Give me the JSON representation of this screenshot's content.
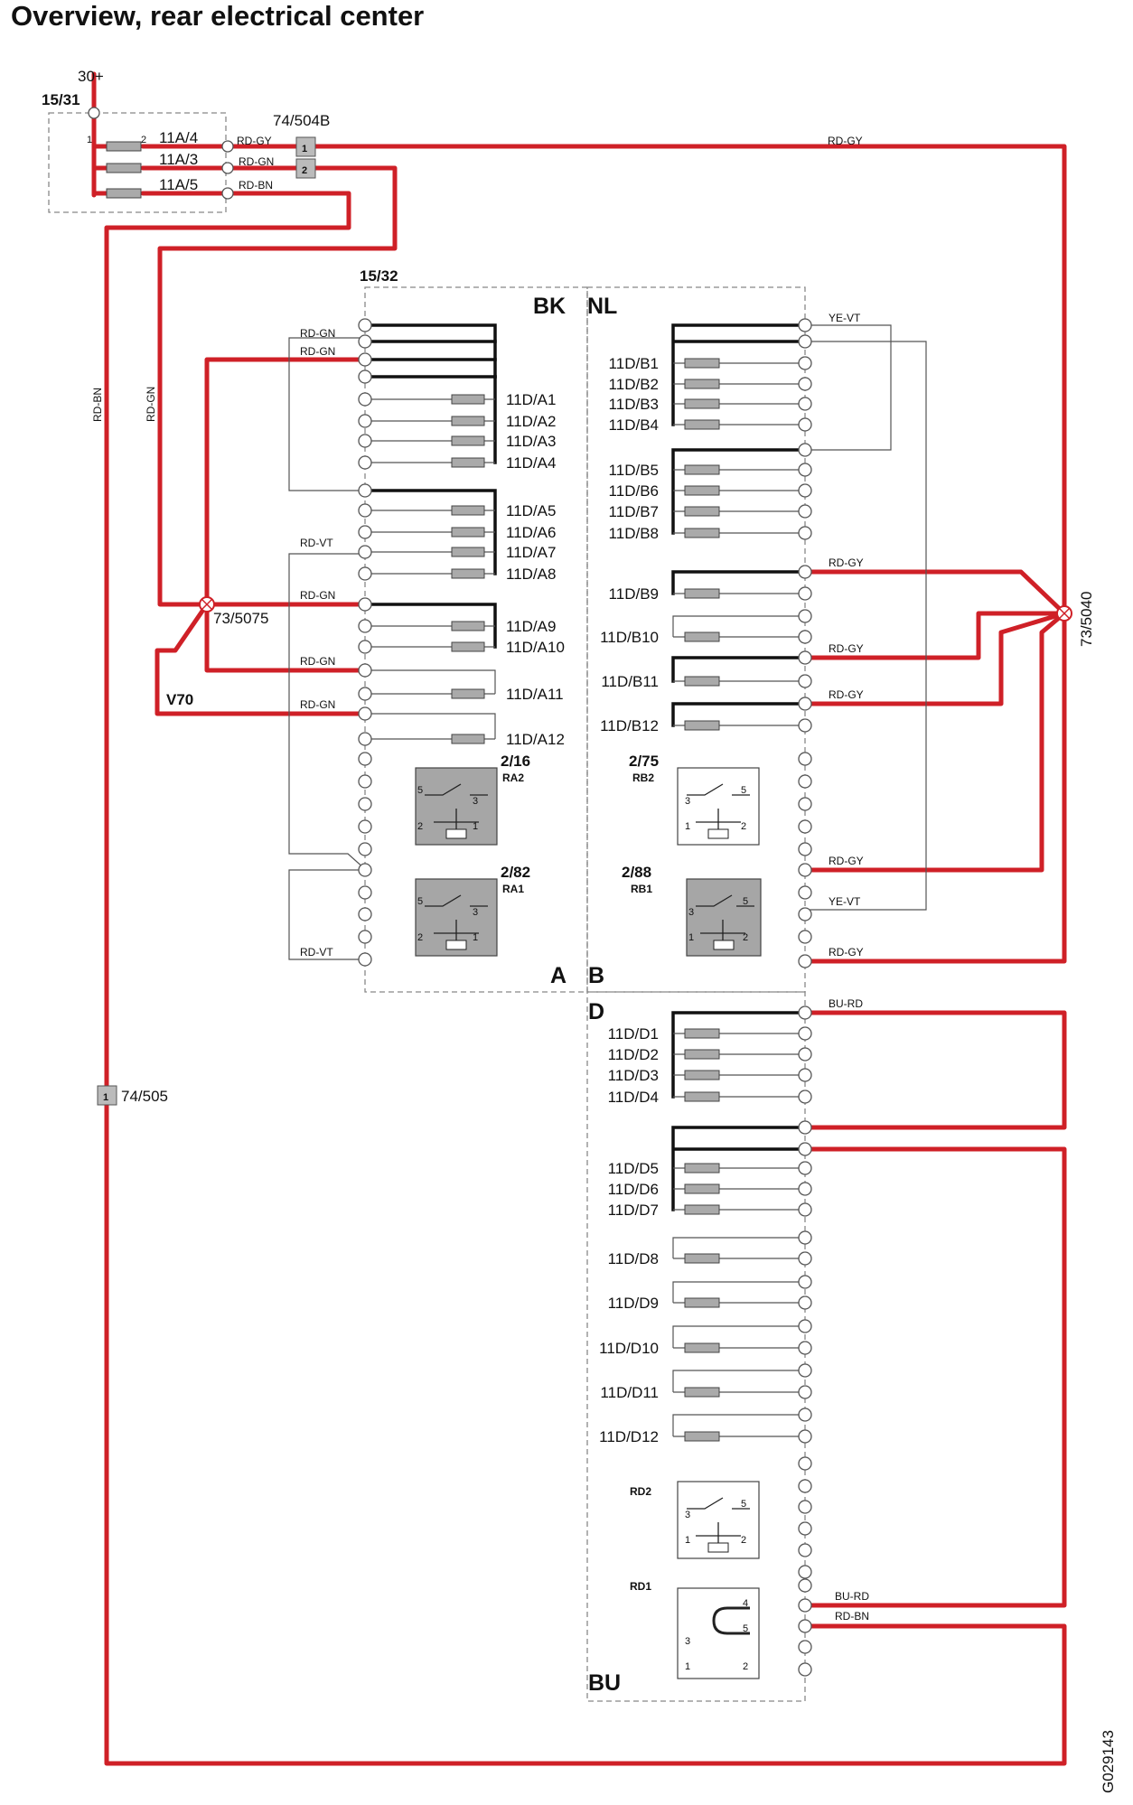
{
  "title": "Overview, rear electrical center",
  "diagram_id": "G029143",
  "supply": {
    "label": "30+",
    "node": "15/31"
  },
  "fuses_a_top": [
    "11A/4",
    "11A/3",
    "11A/5"
  ],
  "connector_top": {
    "label": "74/504B",
    "pins": [
      "1",
      "2"
    ]
  },
  "connector_left": {
    "label": "74/505",
    "pin": "1"
  },
  "splice_left": "73/5075",
  "splice_right": "73/5040",
  "variant_label": "V70",
  "block_node": "15/32",
  "section_labels": {
    "bk": "BK",
    "nl": "NL",
    "a": "A",
    "b": "B",
    "d": "D",
    "bu": "BU"
  },
  "wire_colors": {
    "rd_gy": "RD-GY",
    "rd_gn": "RD-GN",
    "rd_bn": "RD-BN",
    "rd_vt": "RD-VT",
    "ye_vt": "YE-VT",
    "bu_rd": "BU-RD"
  },
  "pin_labels": {
    "one": "1",
    "two": "2",
    "three": "3",
    "four": "4",
    "five": "5"
  },
  "fuses_a": [
    "11D/A1",
    "11D/A2",
    "11D/A3",
    "11D/A4",
    "11D/A5",
    "11D/A6",
    "11D/A7",
    "11D/A8",
    "11D/A9",
    "11D/A10",
    "11D/A11",
    "11D/A12"
  ],
  "fuses_b": [
    "11D/B1",
    "11D/B2",
    "11D/B3",
    "11D/B4",
    "11D/B5",
    "11D/B6",
    "11D/B7",
    "11D/B8",
    "11D/B9",
    "11D/B10",
    "11D/B11",
    "11D/B12"
  ],
  "fuses_d": [
    "11D/D1",
    "11D/D2",
    "11D/D3",
    "11D/D4",
    "11D/D5",
    "11D/D6",
    "11D/D7",
    "11D/D8",
    "11D/D9",
    "11D/D10",
    "11D/D11",
    "11D/D12"
  ],
  "relays": {
    "ra2": {
      "num": "2/16",
      "name": "RA2"
    },
    "ra1": {
      "num": "2/82",
      "name": "RA1"
    },
    "rb2": {
      "num": "2/75",
      "name": "RB2"
    },
    "rb1": {
      "num": "2/88",
      "name": "RB1"
    },
    "rd2": {
      "name": "RD2"
    },
    "rd1": {
      "name": "RD1"
    }
  },
  "colors": {
    "red_wire": "#cf2027",
    "relay_fill": "#a6a6a6",
    "fuse_fill": "#aaaaaa"
  }
}
